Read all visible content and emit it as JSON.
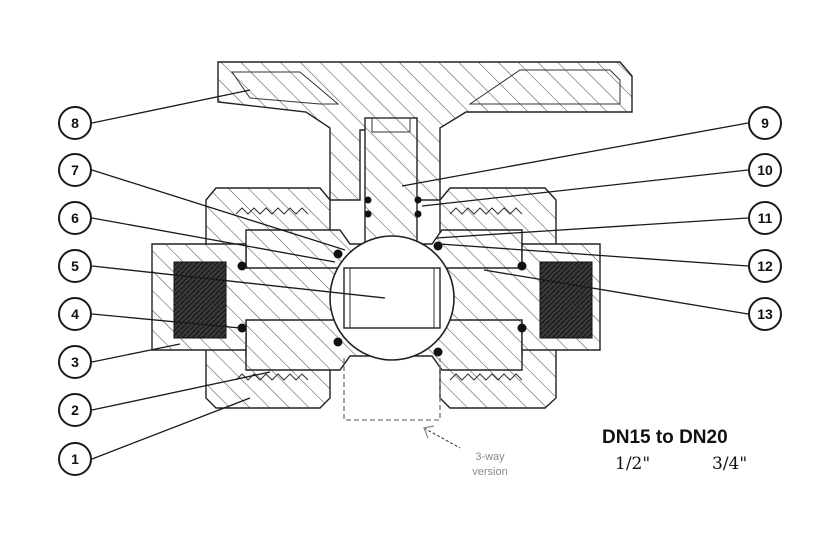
{
  "callouts": [
    {
      "num": "1"
    },
    {
      "num": "2"
    },
    {
      "num": "3"
    },
    {
      "num": "4"
    },
    {
      "num": "5"
    },
    {
      "num": "6"
    },
    {
      "num": "7"
    },
    {
      "num": "8"
    },
    {
      "num": "9"
    },
    {
      "num": "10"
    },
    {
      "num": "11"
    },
    {
      "num": "12"
    },
    {
      "num": "13"
    }
  ],
  "note": {
    "line1": "3-way",
    "line2": "version"
  },
  "size": {
    "title": "DN15 to DN20",
    "left": "1/2\"",
    "right": "3/4\""
  },
  "colors": {
    "line": "#222222",
    "hatch": "#555555",
    "note": "#8a8a8a"
  }
}
